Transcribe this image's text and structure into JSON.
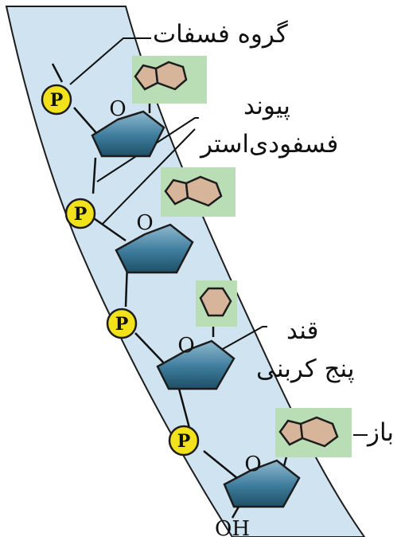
{
  "labels": {
    "phosphate_group": "گروه فسفات",
    "bond_line1": "پیوند",
    "bond_line2": "فسفودی‌استر",
    "sugar_line1": "قند",
    "sugar_line2": "پنج کربنی",
    "base": "باز"
  },
  "atoms": {
    "phosphate": "P",
    "ring_oxygen": "O",
    "hydroxyl": "OH"
  },
  "colors": {
    "backbone_fill": "#cfe4f0",
    "phosphate_fill": "#f2e21c",
    "sugar_fill": "#3d7c9c",
    "base_fill": "#d7b59a",
    "base_highlight": "#b9ddb4"
  }
}
